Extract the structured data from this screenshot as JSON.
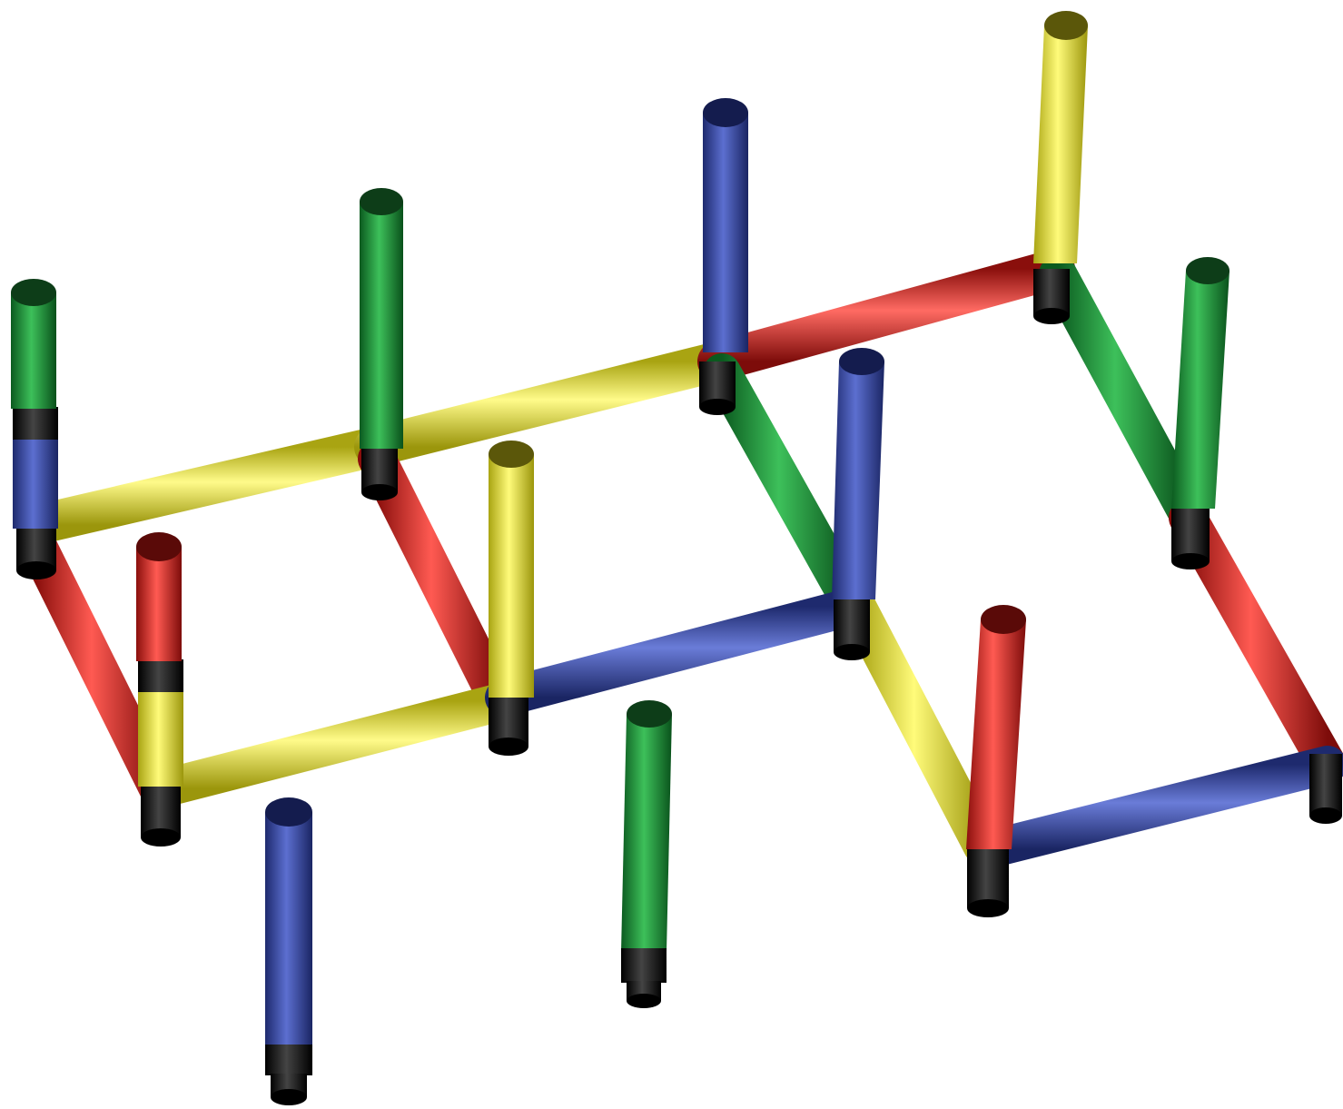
{
  "colors": {
    "red": "#e8261f",
    "yellow": "#f2ef2a",
    "green": "#1c9a3a",
    "blue": "#3d4ea8",
    "black": "#111111",
    "background": "#ffffff"
  },
  "model": {
    "horizontal_rods": [
      {
        "id": "rod-yellow-back-left",
        "color": "yellow"
      },
      {
        "id": "rod-yellow-back-mid",
        "color": "yellow"
      },
      {
        "id": "rod-red-back-right",
        "color": "red"
      },
      {
        "id": "rod-red-left-side",
        "color": "red"
      },
      {
        "id": "rod-red-mid-left",
        "color": "red"
      },
      {
        "id": "rod-green-mid-right",
        "color": "green"
      },
      {
        "id": "rod-green-right-side",
        "color": "green"
      },
      {
        "id": "rod-yellow-front-left",
        "color": "yellow"
      },
      {
        "id": "rod-blue-front-mid",
        "color": "blue"
      },
      {
        "id": "rod-yellow-front-diag",
        "color": "yellow"
      },
      {
        "id": "rod-red-right-diag",
        "color": "red"
      },
      {
        "id": "rod-blue-front-right",
        "color": "blue"
      }
    ],
    "vertical_posts": [
      {
        "id": "post-green-far-left",
        "color": "green"
      },
      {
        "id": "post-blue-far-left",
        "color": "blue"
      },
      {
        "id": "post-green-back-left",
        "color": "green"
      },
      {
        "id": "post-blue-back-mid",
        "color": "blue"
      },
      {
        "id": "post-yellow-back-right",
        "color": "yellow"
      },
      {
        "id": "post-green-right",
        "color": "green"
      },
      {
        "id": "post-red-front-left",
        "color": "red"
      },
      {
        "id": "post-yellow-front-left",
        "color": "yellow"
      },
      {
        "id": "post-yellow-center",
        "color": "yellow"
      },
      {
        "id": "post-blue-center-right",
        "color": "blue"
      },
      {
        "id": "post-red-front-right",
        "color": "red"
      }
    ],
    "loose_pieces": [
      {
        "id": "loose-blue-post",
        "color": "blue"
      },
      {
        "id": "loose-green-post",
        "color": "green"
      }
    ]
  }
}
